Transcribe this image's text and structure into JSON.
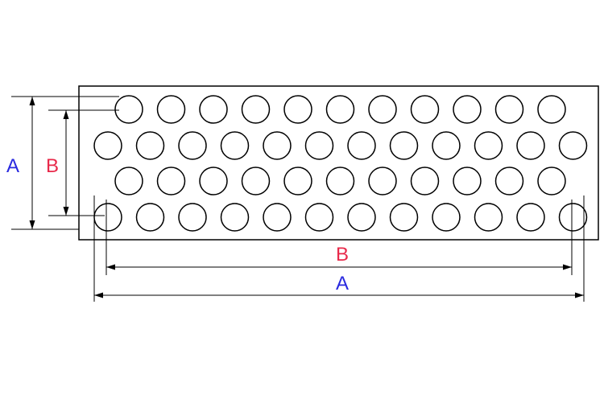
{
  "diagram": {
    "labels": {
      "height_outer": "A",
      "height_inner": "B",
      "width_inner": "B",
      "width_outer": "A"
    },
    "colors": {
      "outer_dimension": "#2a2adf",
      "inner_dimension": "#e8294a",
      "line": "#000000"
    },
    "hole_pattern": {
      "rows": [
        {
          "count": 11,
          "offset": "staggered"
        },
        {
          "count": 12,
          "offset": "edge"
        },
        {
          "count": 11,
          "offset": "staggered"
        },
        {
          "count": 12,
          "offset": "edge"
        }
      ]
    }
  }
}
